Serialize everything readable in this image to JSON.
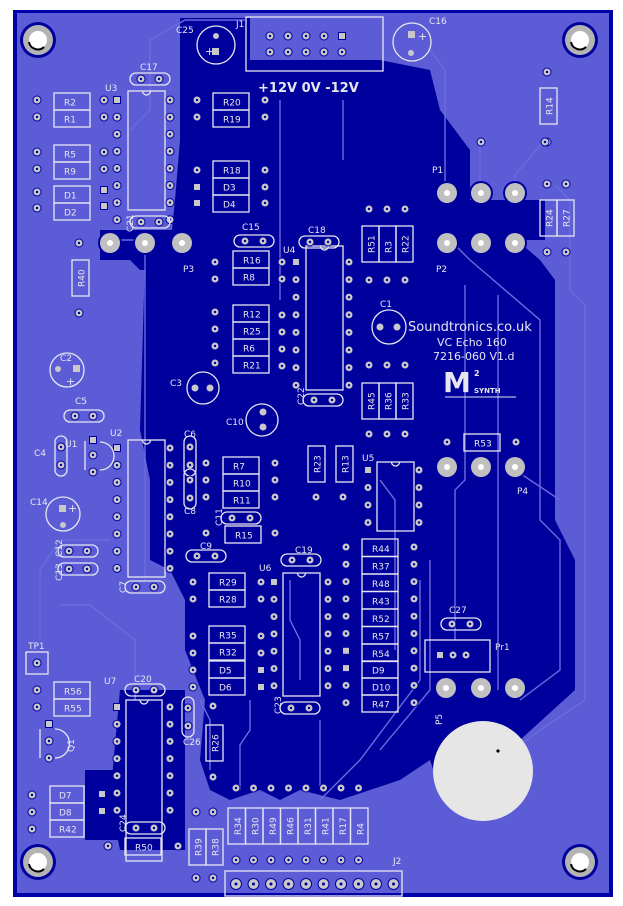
{
  "board": {
    "title_lines": [
      "Soundtronics.co.uk",
      "VC Echo 160",
      "7216-060 V1.d"
    ],
    "logo": {
      "big": "M",
      "sup": "2",
      "sub": "SYNTH"
    },
    "power_label": "+12V 0V -12V",
    "colors": {
      "background": "#ffffff",
      "board_edge": "#0000a8",
      "ground_pour": "#5c5cd6",
      "copper_dark": "#00009c",
      "silkscreen": "#e6e6f0",
      "pad": "#c8c8c8",
      "mount_hole_ring": "#b4b4b4",
      "pot_knob": "#e6e6e6"
    }
  },
  "components": {
    "ics": [
      {
        "ref": "U3",
        "pins": 16
      },
      {
        "ref": "U4",
        "pins": 16
      },
      {
        "ref": "U2",
        "pins": 16
      },
      {
        "ref": "U5",
        "pins": 8
      },
      {
        "ref": "U6",
        "pins": 16
      },
      {
        "ref": "U7",
        "pins": 14
      }
    ],
    "resistors": [
      "R1",
      "R2",
      "R3",
      "R4",
      "R5",
      "R6",
      "R7",
      "R8",
      "R9",
      "R10",
      "R11",
      "R12",
      "R13",
      "R14",
      "R15",
      "R16",
      "R17",
      "R18",
      "R19",
      "R20",
      "R21",
      "R22",
      "R23",
      "R24",
      "R25",
      "R26",
      "R27",
      "R28",
      "R29",
      "R30",
      "R31",
      "R32",
      "R33",
      "R34",
      "R35",
      "R36",
      "R37",
      "R38",
      "R39",
      "R40",
      "R41",
      "R42",
      "R43",
      "R44",
      "R45",
      "R46",
      "R47",
      "R48",
      "R49",
      "R50",
      "R51",
      "R52",
      "R53",
      "R54",
      "R55",
      "R56",
      "R57"
    ],
    "capacitors": [
      "C1",
      "C2",
      "C3",
      "C4",
      "C5",
      "C6",
      "C7",
      "C8",
      "C9",
      "C10",
      "C11",
      "C12",
      "C13",
      "C14",
      "C15",
      "C16",
      "C17",
      "C18",
      "C19",
      "C20",
      "C21",
      "C22",
      "C23",
      "C24",
      "C25",
      "C26",
      "C27"
    ],
    "diodes": [
      "D1",
      "D2",
      "D3",
      "D4",
      "D5",
      "D6",
      "D7",
      "D8",
      "D9",
      "D10"
    ],
    "pots": [
      "P1",
      "P2",
      "P3",
      "P4",
      "P5"
    ],
    "connectors": [
      "J1",
      "J2"
    ],
    "misc": [
      "Q1",
      "TP1",
      "Pr1"
    ]
  },
  "labels": {
    "R2": "R2",
    "R1": "R1",
    "R5": "R5",
    "R9": "R9",
    "D1": "D1",
    "D2": "D2",
    "U3": "U3",
    "C17": "C17",
    "C25": "C25",
    "J1": "J1",
    "C16": "C16",
    "R20": "R20",
    "R19": "R19",
    "R18": "R18",
    "D3": "D3",
    "D4": "D4",
    "R14": "R14",
    "P1": "P1",
    "R24": "R24",
    "R27": "R27",
    "C21": "C21",
    "P3": "P3",
    "R40": "R40",
    "C15": "C15",
    "R16": "R16",
    "R8": "R8",
    "U4": "U4",
    "C18": "C18",
    "R51": "R51",
    "R3": "R3",
    "R22": "R22",
    "P2": "P2",
    "R12": "R12",
    "R25": "R25",
    "R6": "R6",
    "R21": "R21",
    "C1": "C1",
    "C2": "C2",
    "C3": "C3",
    "C5": "C5",
    "C22": "C22",
    "C10": "C10",
    "R45": "R45",
    "R36": "R36",
    "R33": "R33",
    "C4": "C4",
    "Q1lbl": "U1",
    "U2": "U2",
    "C6": "C6",
    "R7": "R7",
    "R10": "R10",
    "R11": "R11",
    "C8": "C8",
    "R23": "R23",
    "R13": "R13",
    "R53": "R53",
    "U5": "U5",
    "P4": "P4",
    "C14": "C14",
    "C11": "C11",
    "R15": "R15",
    "C9": "C9",
    "C12": "C12",
    "C13": "C13",
    "C19": "C19",
    "C7": "C7",
    "R29": "R29",
    "R28": "R28",
    "U6": "U6",
    "R44": "R44",
    "R37": "R37",
    "R48": "R48",
    "R43": "R43",
    "R52": "R52",
    "R57": "R57",
    "R54": "R54",
    "D9": "D9",
    "D10": "D10",
    "R47": "R47",
    "C27": "C27",
    "Pr1": "Pr1",
    "R35": "R35",
    "R32": "R32",
    "D5": "D5",
    "D6": "D6",
    "C23": "C23",
    "TP1": "TP1",
    "R56": "R56",
    "R55": "R55",
    "U7": "U7",
    "C20": "C20",
    "Q1": "Q1",
    "C26": "C26",
    "R26": "R26",
    "P5": "P5",
    "D7": "D7",
    "D8": "D8",
    "R42": "R42",
    "C24": "C24",
    "R50": "R50",
    "R39": "R39",
    "R38": "R38",
    "R34": "R34",
    "R30": "R30",
    "R49": "R49",
    "R46": "R46",
    "R31": "R31",
    "R41": "R41",
    "R17": "R17",
    "R4": "R4",
    "J2": "J2",
    "plus": "+"
  }
}
